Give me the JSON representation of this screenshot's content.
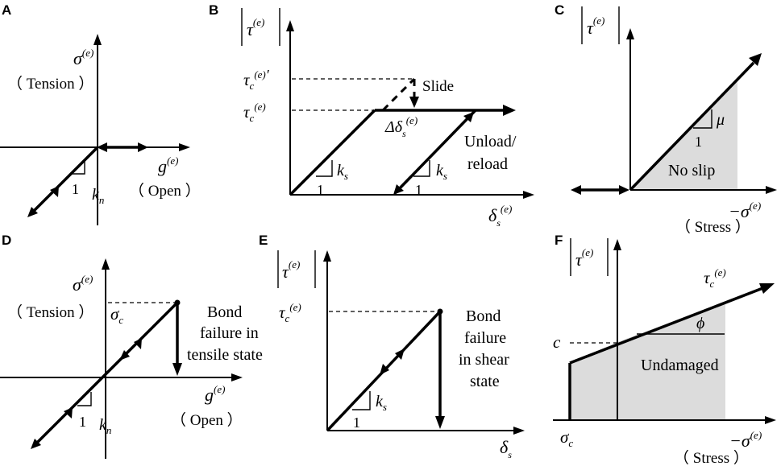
{
  "panels": {
    "A": {
      "label": "A",
      "y_sym": "σ",
      "y_sup": "(e)",
      "y_note": "（ Tension ）",
      "x_sym": "g",
      "x_sup": "(e)",
      "x_note": "（ Open ）",
      "slope_sym": "k",
      "slope_sub": "n",
      "run": "1"
    },
    "B": {
      "label": "B",
      "y_sym": "τ",
      "y_sup": "(e)",
      "tcp_sym": "τ",
      "tcp_sub": "c",
      "tcp_sup": "(e)",
      "tcp_prime": "′",
      "tc_sym": "τ",
      "tc_sub": "c",
      "tc_sup": "(e)",
      "slide": "Slide",
      "dd_delta": "Δ",
      "dd_sym": "δ",
      "dd_sub": "s",
      "dd_sup": "(e)",
      "unload": "Unload/",
      "reload": "reload",
      "ks_sym": "k",
      "ks_sub": "s",
      "run": "1",
      "x_sym": "δ",
      "x_sub": "s",
      "x_sup": "(e)"
    },
    "C": {
      "label": "C",
      "y_sym": "τ",
      "y_sup": "(e)",
      "mu": "μ",
      "run": "1",
      "noslip": "No slip",
      "x_minus": "−",
      "x_sym": "σ",
      "x_sup": "(e)",
      "x_note": "（ Stress ）"
    },
    "D": {
      "label": "D",
      "y_sym": "σ",
      "y_sup": "(e)",
      "y_note": "（ Tension ）",
      "sc_sym": "σ",
      "sc_sub": "c",
      "bond1": "Bond",
      "bond2": "failure in",
      "bond3": "tensile state",
      "x_sym": "g",
      "x_sup": "(e)",
      "x_note": "（ Open ）",
      "slope_sym": "k",
      "slope_sub": "n",
      "run": "1"
    },
    "E": {
      "label": "E",
      "y_sym": "τ",
      "y_sup": "(e)",
      "tc_sym": "τ",
      "tc_sub": "c",
      "tc_sup": "(e)",
      "bond1": "Bond",
      "bond2": "failure",
      "bond3": "in shear",
      "bond4": "state",
      "ks_sym": "k",
      "ks_sub": "s",
      "run": "1",
      "x_sym": "δ",
      "x_sub": "s"
    },
    "F": {
      "label": "F",
      "y_sym": "τ",
      "y_sup": "(e)",
      "tc_sym": "τ",
      "tc_sub": "c",
      "tc_sup": "(e)",
      "phi": "ϕ",
      "c": "c",
      "undamaged": "Undamaged",
      "sc_sym": "σ",
      "sc_sub": "c",
      "x_minus": "−",
      "x_sym": "σ",
      "x_sup": "(e)",
      "x_note": "（ Stress ）"
    }
  }
}
